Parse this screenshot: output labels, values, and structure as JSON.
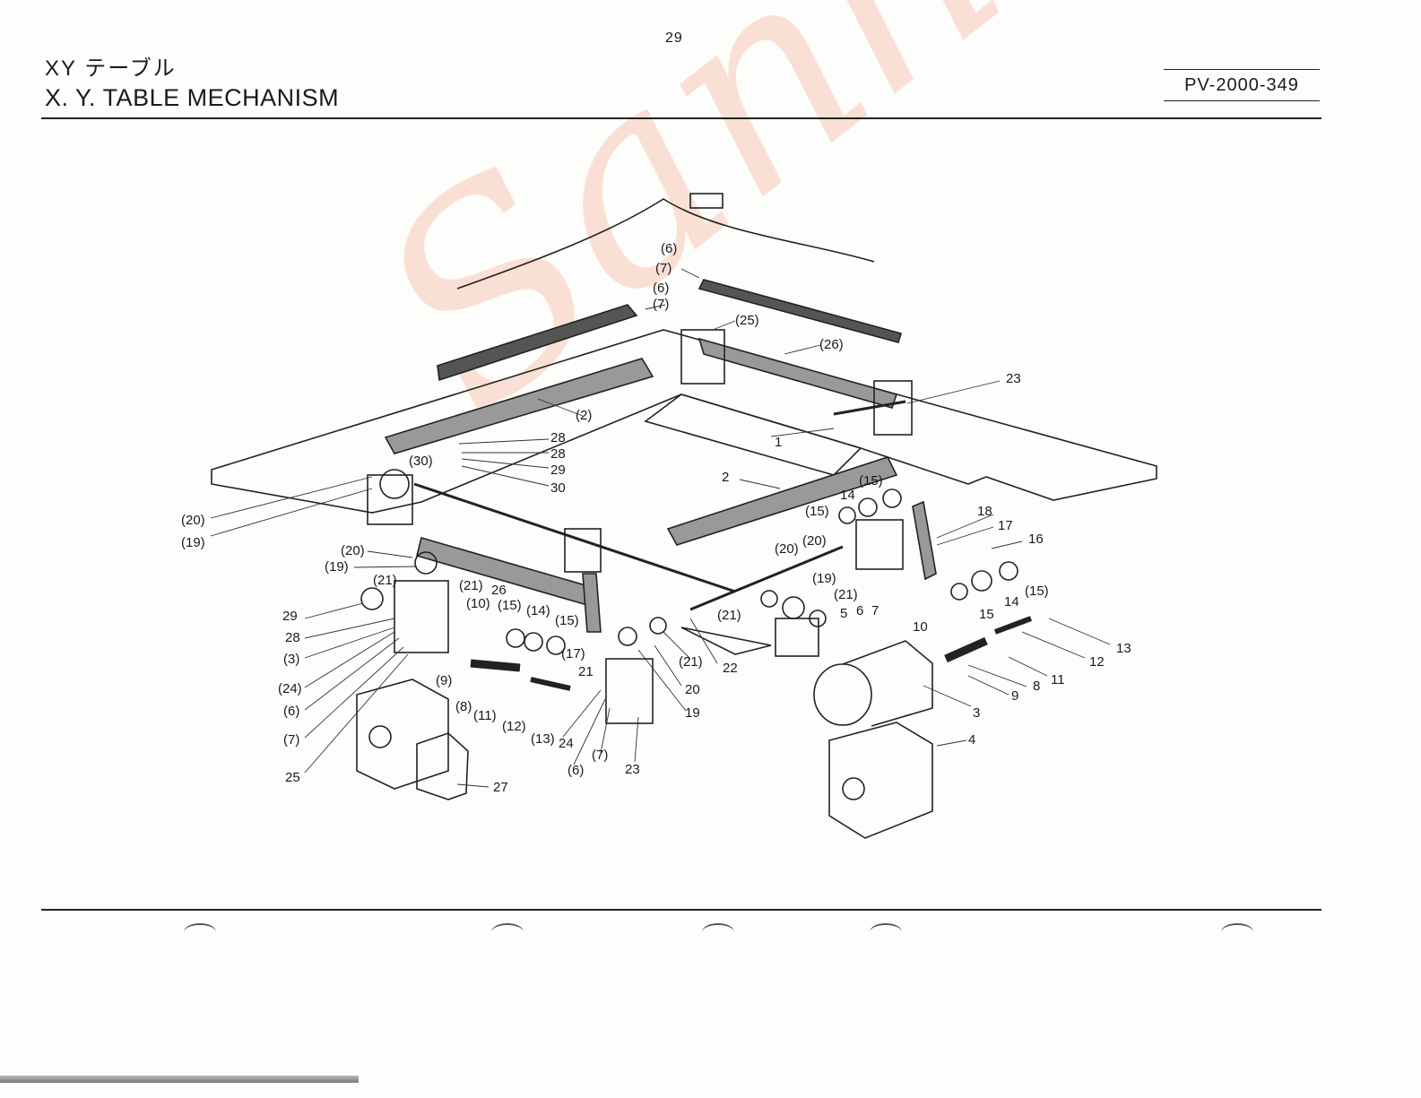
{
  "header": {
    "page_number": "29",
    "title_jp": "XY テーブル",
    "title_en": "X. Y. TABLE MECHANISM",
    "doc_code": "PV-2000-349"
  },
  "watermark": "Sanhari",
  "colors": {
    "ink": "#1a1a1a",
    "watermark": "#f5966e"
  },
  "callouts": [
    "(6)",
    "(7)",
    "(6)",
    "(7)",
    "(25)",
    "(26)",
    "23",
    "(2)",
    "28",
    "28",
    "29",
    "30",
    "(30)",
    "1",
    "2",
    "(15)",
    "14",
    "(15)",
    "18",
    "17",
    "16",
    "(20)",
    "(19)",
    "(20)",
    "(19)",
    "(20)",
    "(20)",
    "(19)",
    "(21)",
    "(21)",
    "26",
    "(10)",
    "(15)",
    "(14)",
    "(15)",
    "(17)",
    "(21)",
    "(21)",
    "5",
    "6",
    "7",
    "10",
    "15",
    "14",
    "(15)",
    "13",
    "12",
    "11",
    "8",
    "9",
    "29",
    "28",
    "(3)",
    "(24)",
    "(6)",
    "(7)",
    "25",
    "(9)",
    "(8)",
    "(11)",
    "(12)",
    "(13)",
    "24",
    "(7)",
    "(6)",
    "23",
    "21",
    "20",
    "19",
    "(21)",
    "22",
    "3",
    "4",
    "27"
  ]
}
